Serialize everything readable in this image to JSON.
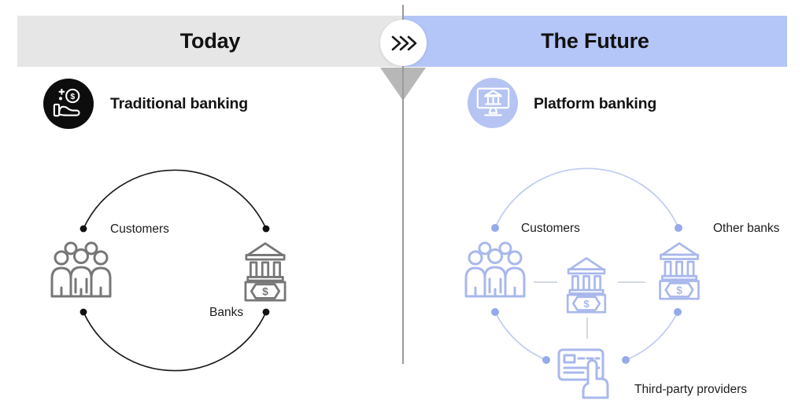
{
  "header": {
    "left_title": "Today",
    "right_title": "The Future"
  },
  "left_panel": {
    "badge_label": "Traditional banking",
    "nodes": {
      "customers": "Customers",
      "banks": "Banks"
    }
  },
  "right_panel": {
    "badge_label": "Platform banking",
    "nodes": {
      "customers": "Customers",
      "other_banks": "Other banks",
      "third_party": "Third-party providers"
    }
  },
  "symbols": {
    "currency": "$"
  },
  "colors": {
    "header_gray": "#e6e6e6",
    "header_blue": "#b4c6f7",
    "badge_black": "#0d0d0d",
    "badge_blue": "#b5c4f2",
    "diagram_black": "#1c1c1c",
    "icon_gray": "#777777",
    "icon_blue": "#a9b8ec",
    "dot_blue": "#96aae9",
    "arc_blue": "#c0cbf0",
    "divider_gray": "#9b9b9b",
    "triangle_gray": "#b7b7b7"
  }
}
